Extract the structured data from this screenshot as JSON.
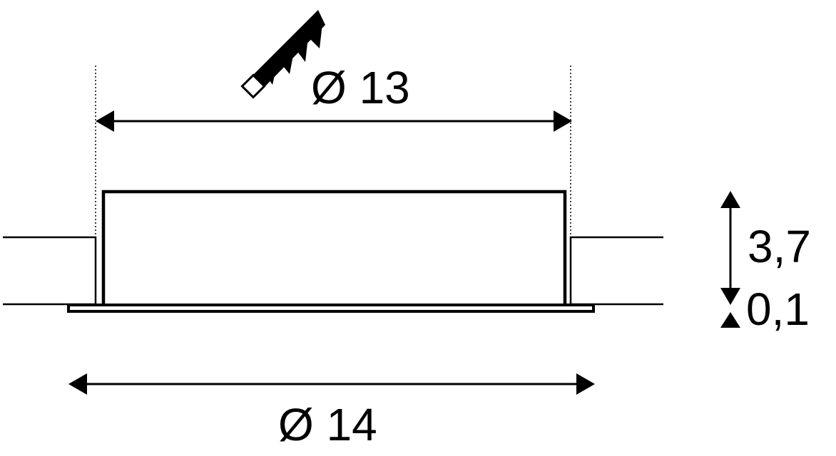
{
  "dimensions": {
    "cutout_diameter": "Ø 13",
    "outer_diameter": "Ø 14",
    "recess_depth": "3,7",
    "flange_height": "0,1"
  },
  "icons": {
    "tool": "jigsaw-blade-icon"
  },
  "colors": {
    "stroke": "#000000",
    "background": "#ffffff"
  }
}
